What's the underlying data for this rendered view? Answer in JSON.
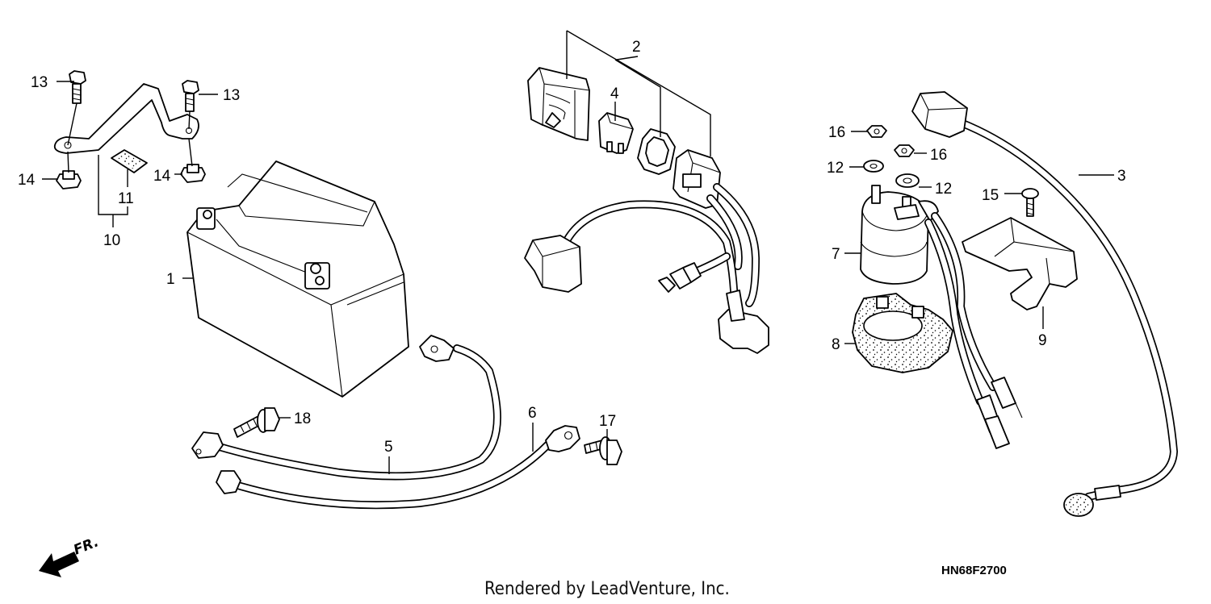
{
  "diagram": {
    "callouts": {
      "p1": "1",
      "p2": "2",
      "p3": "3",
      "p4": "4",
      "p5": "5",
      "p6": "6",
      "p7": "7",
      "p8": "8",
      "p9": "9",
      "p10": "10",
      "p11": "11",
      "p12a": "12",
      "p12b": "12",
      "p13a": "13",
      "p13b": "13",
      "p14a": "14",
      "p14b": "14",
      "p15": "15",
      "p16a": "16",
      "p16b": "16",
      "p17": "17",
      "p18": "18"
    },
    "front_marker": "FR.",
    "diagram_code": "HN68F2700",
    "credit": "Rendered by LeadVenture, Inc."
  }
}
